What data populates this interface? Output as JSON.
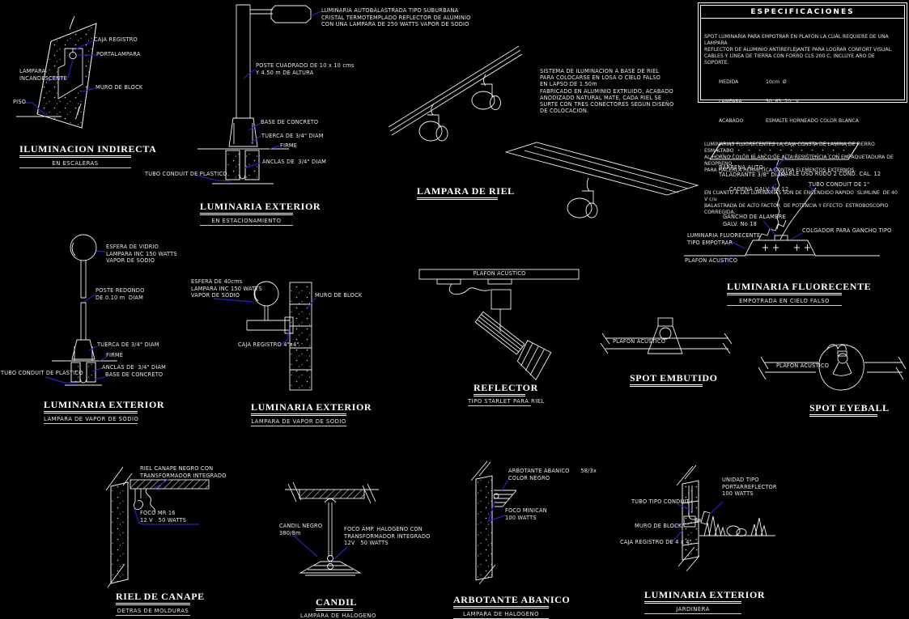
{
  "colors": {
    "background": "#000000",
    "line": "#f0f0f0",
    "leader_blue": "#2424c0",
    "text": "#e9e9e9"
  },
  "spec_box": {
    "title": "ESPECIFICACIONES",
    "paragraph_spot": "SPOT LUMINARIA PARA EMPOTRAR EN PLAFON LA CUAL REQUIERE DE UNA LAMPARA\nREFLECTOR DE ALUMINIO ANTIREFLEJANTE PARA LOGRAR CONFORT VISUAL.\nCABLES Y LINEA DE TIERRA CON FORRO CLS 200 C, INCLUYE ARO DE SOPORTE.",
    "specs": [
      {
        "key": "MEDIDA",
        "value": "10cm  Ø"
      },
      {
        "key": "LAMPARA",
        "value": "50, 65, 70   V"
      },
      {
        "key": "ACABADO",
        "value": "ESMALTE HORNEADO COLOR BLANCA"
      }
    ],
    "paragraph_fluorescent": "LUMINARIAS FLUORECENTES LA CAJA CONSTA DE LAMINA DE FIERRO ESMALTADO\nAL HORNO COLOR BLANCO DE ALTA RESISTENCIA CON EMPAQUETADURA DE NEOPRENO\nPARA HACERLA HERMETICA CONTRA ELEMENTOS EXTERNOS.",
    "paragraph_ballast": "EN CUANTO A LAS LUMINARIAS SON DE ENCENDIDO RAPIDO  SLIMLINE  DE 40 V c/u\nBALASTRADA DE ALTO FACTOR  DE POTENCIA Y EFECTO  ESTROBOSCOPIO CORREGIDA."
  },
  "details": {
    "iluminacion_indirecta": {
      "title": "ILUMINACION INDIRECTA",
      "subtitle": "EN ESCALERAS",
      "labels": {
        "caja_registro": "CAJA REGISTRO",
        "portalampara": "PORTALAMPARA",
        "lampara": "LAMPARA\nINCANDESCENTE",
        "muro": "MURO DE BLOCK",
        "piso": "PISO"
      }
    },
    "luminaria_estacionamiento": {
      "title": "LUMINARIA EXTERIOR",
      "subtitle": "EN ESTACIONAMIENTO",
      "notes": {
        "luminaria": "LUMINARIA AUTOBALASTRADA TIPO SUBURBANA\nCRISTAL TERMOTEMPLADO REFLECTOR DE ALUMINIO\nCON UNA LAMPARA DE 250 WATTS VAPOR DE SODIO",
        "poste": "POSTE CUADRADO DE 10 x 10 cms\nY 4.50 m DE ALTURA"
      },
      "labels": {
        "base": "BASE DE CONCRETO",
        "tuerca": "TUERCA DE 3/4\" DIAM",
        "firme": "FIRME",
        "anclas": "ANCLAS DE  3/4\" DIAM",
        "tubo": "TUBO CONDUIT DE PLASTICO"
      }
    },
    "lampara_riel": {
      "title": "LAMPARA DE RIEL",
      "note": "SISTEMA DE ILUMINACION A BASE DE RIEL\nPARA COLOCARSE EN LOSA O CIELO FALSO\nEN LAPSO DE 1.50m\nFABRICADO EN ALUMINIO EXTRUIDO, ACABADO\nANODIZADO NATURAL MATE, CADA RIEL SE\nSURTE CON TRES CONECTORES SEGUN DISEÑO\nDE COLOCACION."
    },
    "luminaria_fluorecente": {
      "title": "LUMINARIA FLUORECENTE",
      "subtitle": "EMPOTRADA EN CIELO FALSO",
      "labels": {
        "barrena": "BARRENA AUTO-\nTALADRANTE 3/8\" DIAM.",
        "cable": "CABLE USO RUDO 2 COND. CAL. 12",
        "tubo_conduit": "TUBO CONDUIT DE 1\"",
        "cadena": "CADENA GALV. No 12",
        "gancho": "GANCHO DE ALAMBRE\nGALV. No 18",
        "colgador": "COLGADOR PARA GANCHO TIPO",
        "luminaria": "LUMINARIA FLUORECENTE\nTIPO EMPOTRAR",
        "plafon": "PLAFON ACUSTICO"
      }
    },
    "luminaria_sodio_poste": {
      "title": "LUMINARIA EXTERIOR",
      "subtitle": "LAMPARA DE VAPOR DE SODIO",
      "labels": {
        "esfera": "ESFERA DE VIDRIO\nLAMPARA INC 150 WATTS\nVAPOR DE SODIO",
        "poste": "POSTE REDONDO\nDE 0.10 m  DIAM",
        "tuerca": "TUERCA DE 3/4\" DIAM",
        "firme": "FIRME",
        "anclas": "ANCLAS DE  3/4\" DIAM",
        "base": "BASE DE CONCRETO",
        "tubo": "TUBO CONDUIT DE PLASTICO"
      }
    },
    "luminaria_sodio_muro": {
      "title": "LUMINARIA EXTERIOR",
      "subtitle": "LAMPARA DE VAPOR DE SODIO",
      "labels": {
        "esfera": "ESFERA DE 40cms\nLAMPARA INC 150 WATTS\nVAPOR DE SODIO",
        "muro": "MURO DE BLOCK",
        "caja": "CAJA REGISTRO 4\"x4\""
      }
    },
    "reflector": {
      "title": "REFLECTOR",
      "subtitle": "TIPO STARLET PARA RIEL",
      "labels": {
        "plafon": "PLAFON ACUSTICO"
      }
    },
    "spot_embutido": {
      "title": "SPOT EMBUTIDO",
      "labels": {
        "plafon": "PLAFON ACUSTICO"
      }
    },
    "spot_eyeball": {
      "title": "SPOT EYEBALL",
      "labels": {
        "plafon": "PLAFON ACUSTICO"
      }
    },
    "riel_canape": {
      "title": "RIEL DE CANAPE",
      "subtitle": "DETRAS DE MOLDURAS",
      "labels": {
        "riel": "RIEL CANAPE NEGRO CON\nTRANSFORMADOR INTEGRADO",
        "foco": "FOCO MR 16\n12 V   50 WATTS"
      }
    },
    "candil": {
      "title": "CANDIL",
      "subtitle": "LAMPARA DE HALOGENO",
      "labels": {
        "candil": "CANDIL NEGRO\n380/8m",
        "foco": "FOCO AMP. HALOGENO CON\nTRANSFORMADOR INTEGRADO\n12V   50 WATTS"
      }
    },
    "arbotante": {
      "title": "ARBOTANTE ABANICO",
      "subtitle": "LAMPARA DE HALOGENO",
      "labels": {
        "arbotante": "ARBOTANTE ABANICO      58/3x\nCOLOR NEGRO",
        "foco": "FOCO MINICAN\n100 WATTS"
      }
    },
    "jardinera": {
      "title": "LUMINARIA EXTERIOR",
      "subtitle": "JARDINERA",
      "labels": {
        "unidad": "UNIDAD TIPO\nPORTARREFLECTOR\n100 WATTS",
        "tubo": "TUBO TIPO CONDUIT",
        "muro": "MURO DE BLOCK",
        "caja": "CAJA REGISTRO DE 4 x 4\""
      }
    }
  }
}
